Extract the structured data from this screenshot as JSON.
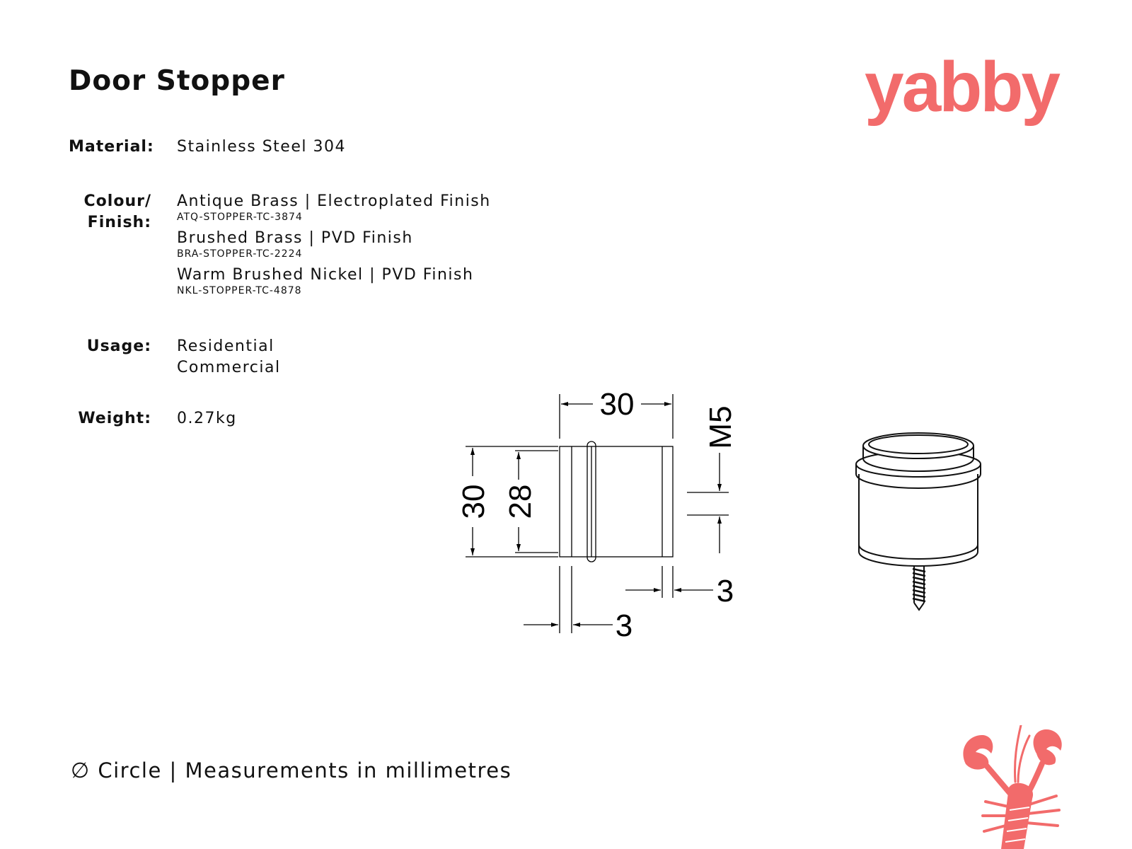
{
  "colors": {
    "brand": "#f26b6b",
    "text": "#111111",
    "line": "#000000"
  },
  "title": "Door Stopper",
  "brand": "yabby",
  "specs": {
    "material": {
      "label": "Material:",
      "value": "Stainless Steel 304"
    },
    "finish": {
      "label_line1": "Colour/",
      "label_line2": "Finish:",
      "options": [
        {
          "name": "Antique Brass | Electroplated Finish",
          "code": "ATQ-STOPPER-TC-3874"
        },
        {
          "name": "Brushed Brass | PVD Finish",
          "code": "BRA-STOPPER-TC-2224"
        },
        {
          "name": "Warm Brushed Nickel | PVD Finish",
          "code": "NKL-STOPPER-TC-4878"
        }
      ]
    },
    "usage": {
      "label": "Usage:",
      "values": [
        "Residential",
        "Commercial"
      ]
    },
    "weight": {
      "label": "Weight:",
      "value": "0.27kg"
    }
  },
  "drawing": {
    "width_dim": "30",
    "thread_dim": "M5",
    "height_outer_dim": "30",
    "height_inner_dim": "28",
    "right_offset_dim": "3",
    "left_offset_dim": "3"
  },
  "footnote": {
    "symbol": "∅",
    "text": "Circle | Measurements in millimetres"
  },
  "icons": {
    "mascot": "lobster-icon",
    "product": "door-stopper-3d-icon"
  }
}
